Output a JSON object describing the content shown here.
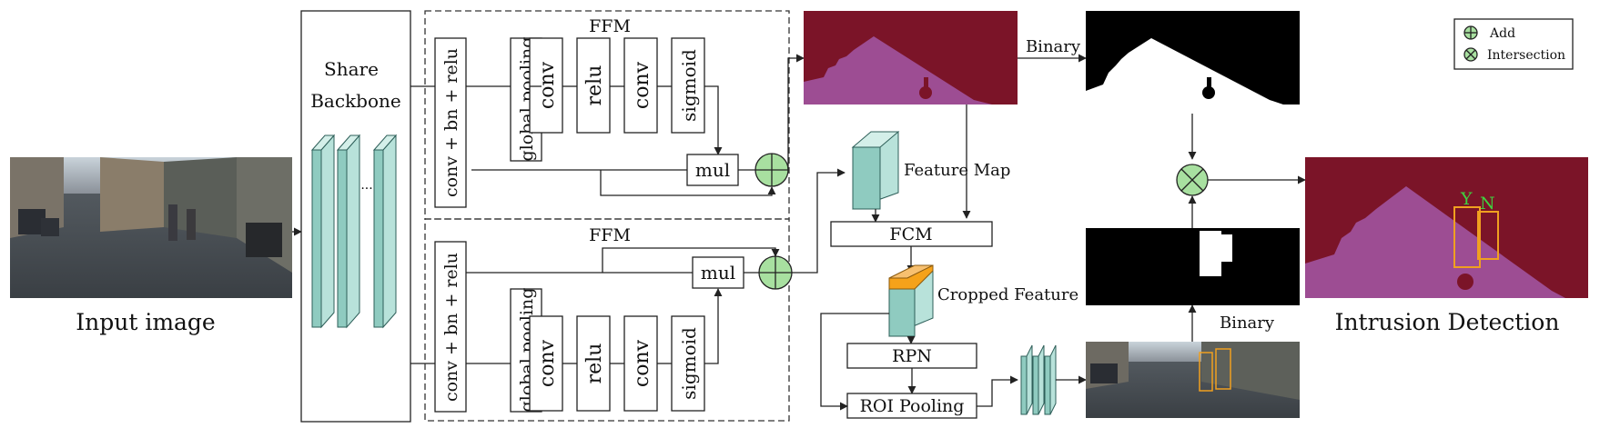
{
  "labels": {
    "input_image": "Input image",
    "share": "Share",
    "backbone": "Backbone",
    "ffm_top": "FFM",
    "ffm_bottom": "FFM",
    "conv_bn_relu": "conv + bn + relu",
    "global_pooling": "global pooling",
    "conv": "conv",
    "relu": "relu",
    "sigmoid": "sigmoid",
    "mul": "mul",
    "binary_top": "Binary",
    "binary_bottom": "Binary",
    "feature_map": "Feature Map",
    "fcm": "FCM",
    "cropped_feature": "Cropped Feature",
    "rpn": "RPN",
    "roi_pooling": "ROI Pooling",
    "intrusion_detection": "Intrusion Detection",
    "box_y": "Y",
    "box_n": "N"
  },
  "legend": {
    "add": "Add",
    "intersection": "Intersection"
  },
  "colors": {
    "road_region": "#7b1428",
    "area_region": "#9d4d93",
    "op_circle": "#a8e0a0",
    "plate": "#8fcbc0",
    "cropped_top": "#f5a21a",
    "box_y": "#f0a020",
    "box_n": "#f0a020",
    "box_label": "#3fd03f"
  },
  "icons": {
    "add": "circle-plus-icon",
    "intersection": "circle-times-icon"
  }
}
